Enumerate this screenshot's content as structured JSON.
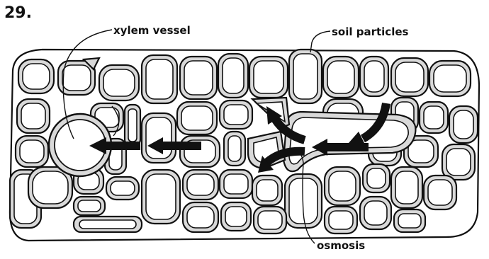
{
  "question_number": "29.",
  "labels": {
    "xylem": "xylem vessel",
    "soil": "soil particles",
    "osmosis": "osmosis"
  }
}
